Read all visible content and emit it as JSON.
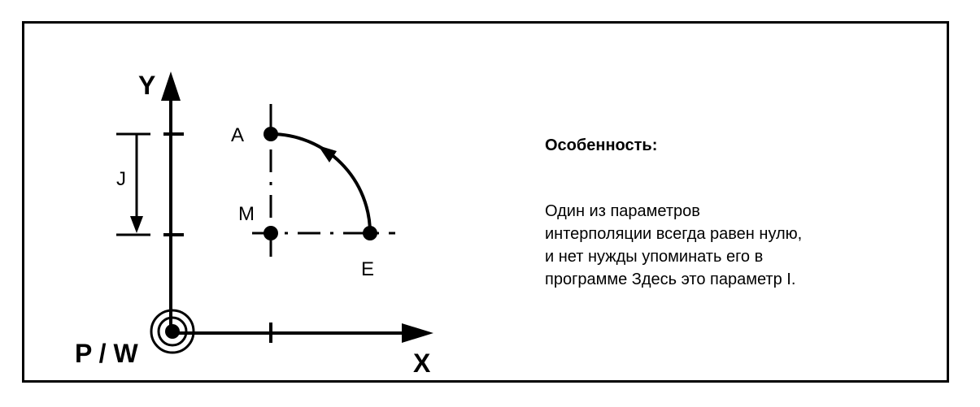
{
  "diagram": {
    "axis_y_label": "Y",
    "axis_x_label": "X",
    "origin_label": "P / W",
    "point_a_label": "A",
    "point_m_label": "M",
    "point_e_label": "E",
    "dimension_label": "J"
  },
  "note": {
    "heading": "Особенность:",
    "lines": [
      "Один из параметров",
      "интерполяции всегда равен нулю,",
      "и нет нужды упоминать его в",
      "программе Здесь это параметр I."
    ]
  }
}
